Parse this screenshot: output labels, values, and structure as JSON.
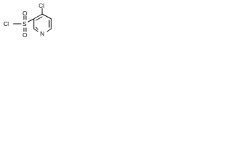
{
  "molecule": {
    "atom_labels": {
      "ring_chlorine": "Cl",
      "sulfonyl_chlorine": "Cl",
      "sulfur": "S",
      "oxygen_top": "O",
      "oxygen_bottom": "O",
      "ring_nitrogen": "N"
    },
    "colors": {
      "ink": "#000000",
      "background": "#ffffff"
    }
  }
}
